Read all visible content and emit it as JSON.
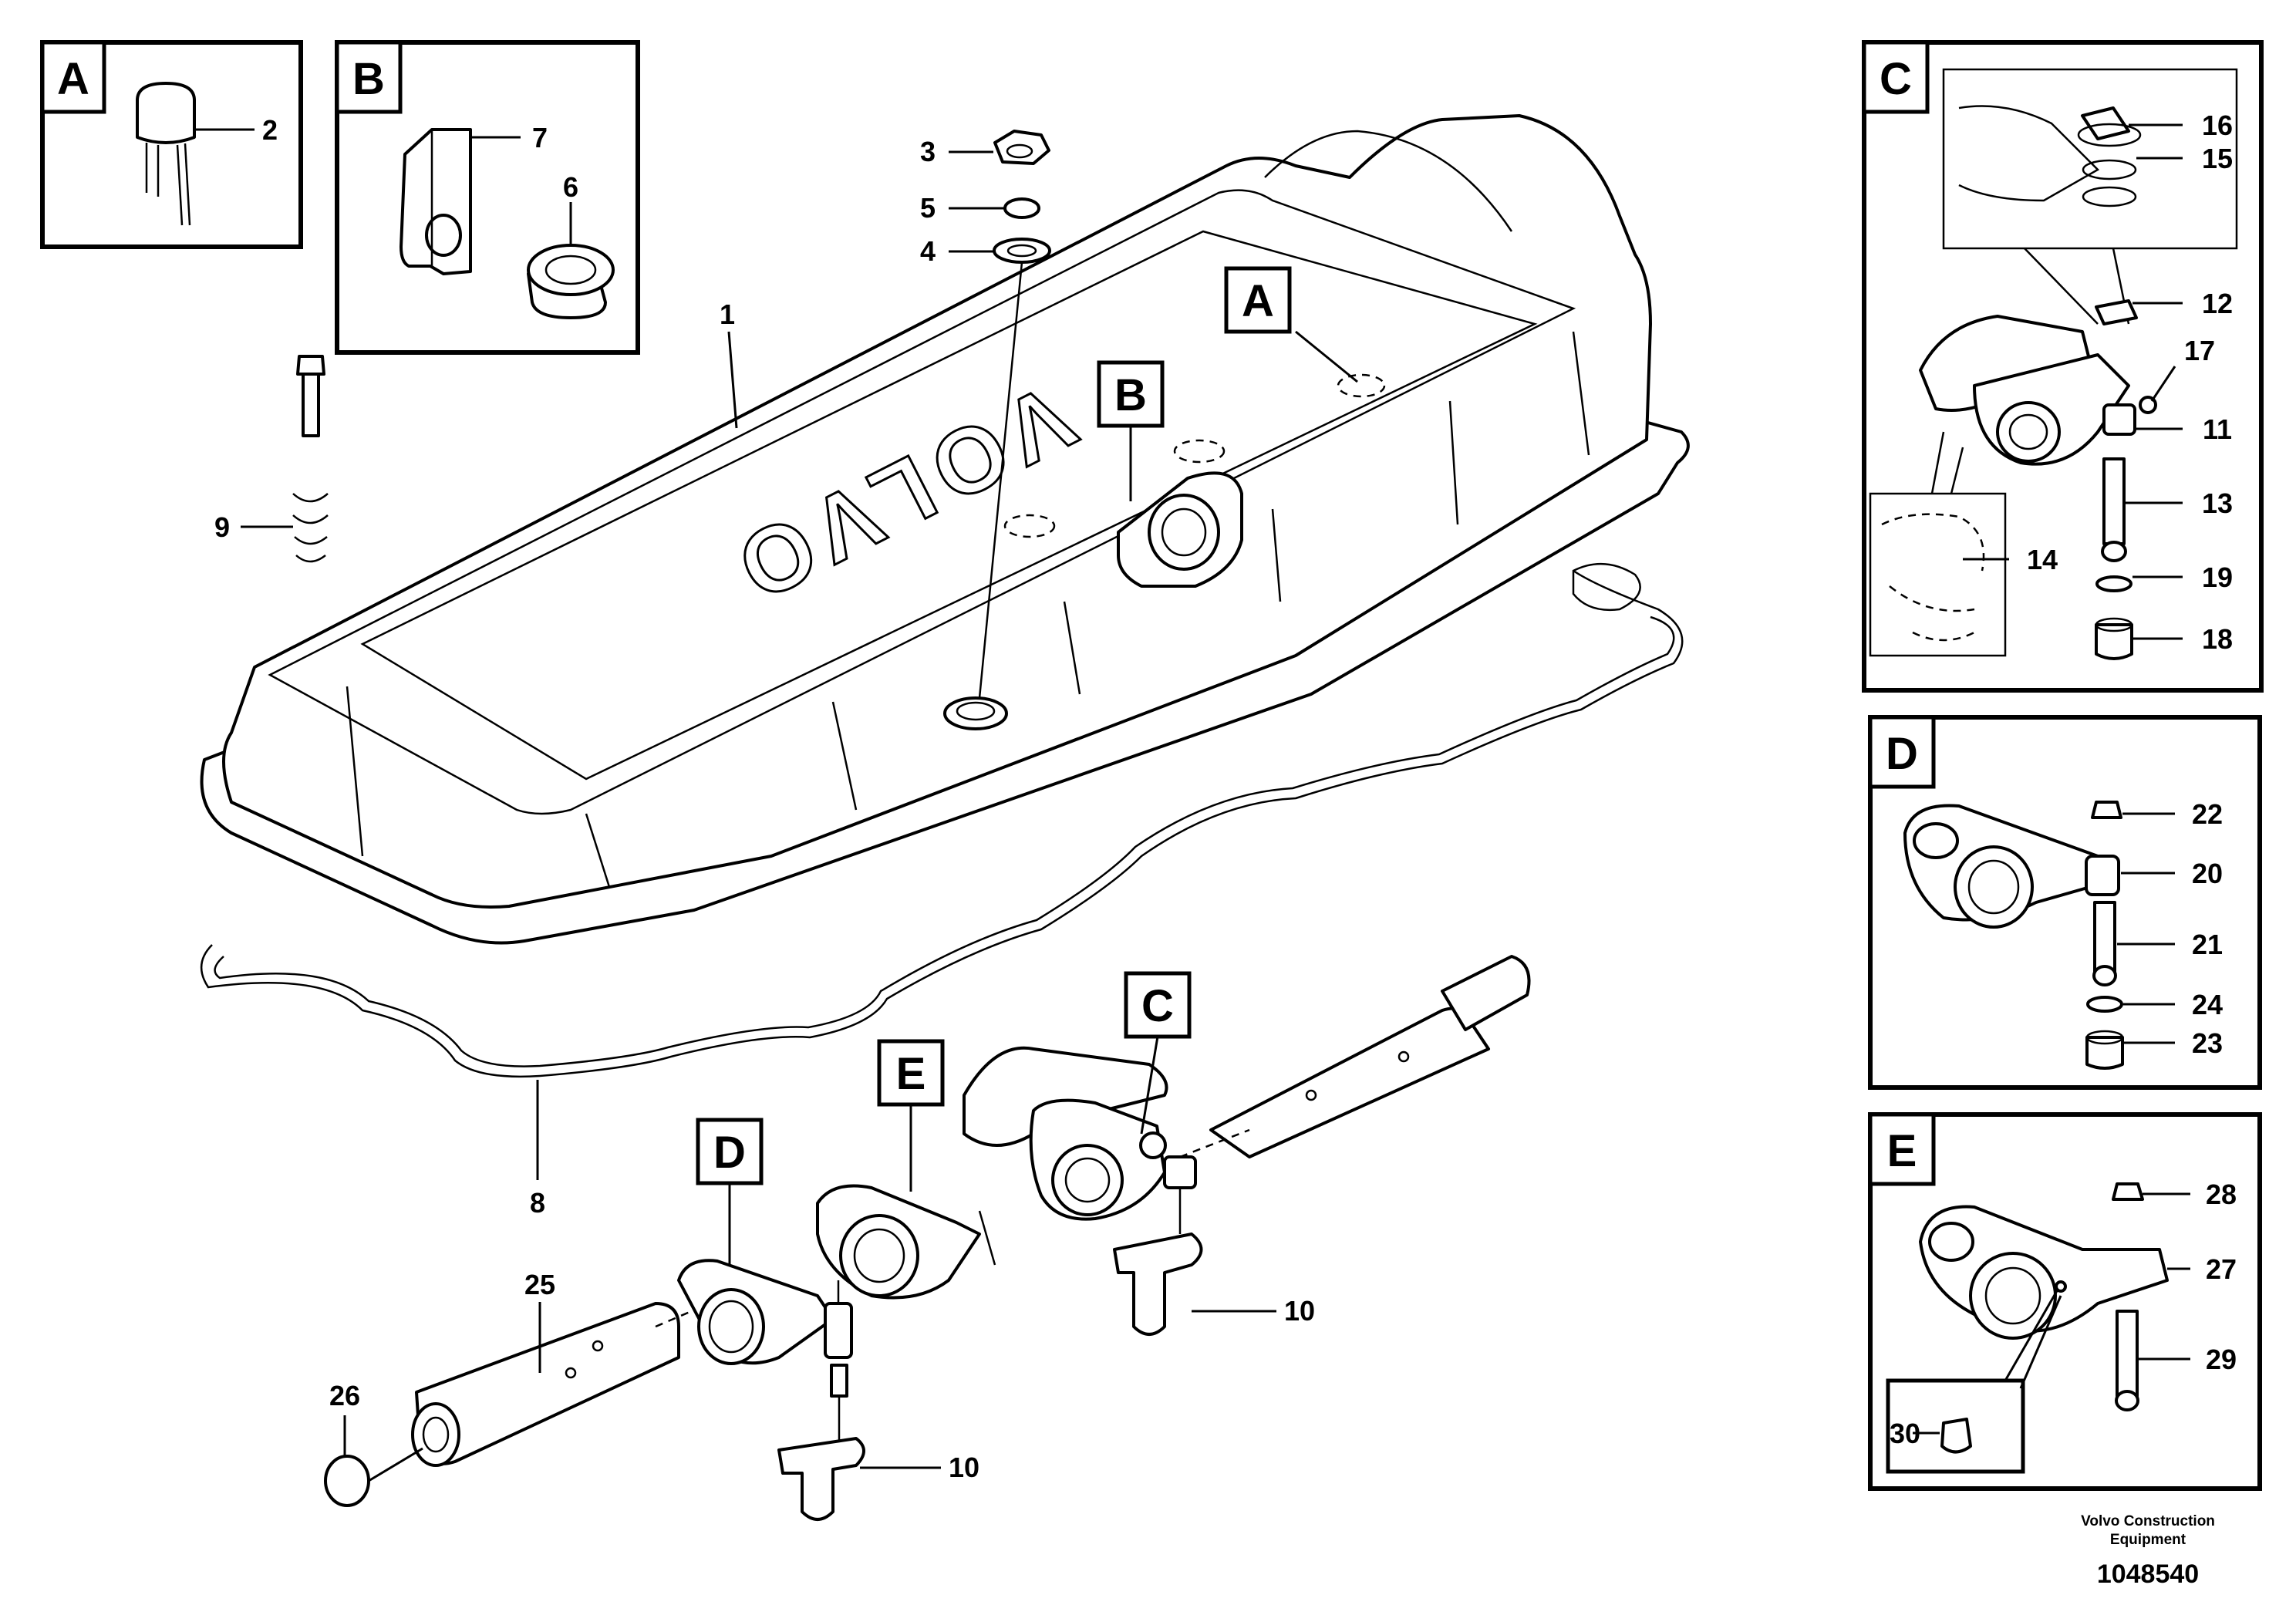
{
  "callouts": {
    "p1": "1",
    "p2": "2",
    "p3": "3",
    "p4": "4",
    "p5": "5",
    "p6": "6",
    "p7": "7",
    "p8": "8",
    "p9": "9",
    "p10a": "10",
    "p10b": "10",
    "p11": "11",
    "p12": "12",
    "p13": "13",
    "p14": "14",
    "p15": "15",
    "p16": "16",
    "p17": "17",
    "p18": "18",
    "p19": "19",
    "p20": "20",
    "p21": "21",
    "p22": "22",
    "p23": "23",
    "p24": "24",
    "p25": "25",
    "p26": "26",
    "p27": "27",
    "p28": "28",
    "p29": "29",
    "p30": "30"
  },
  "detail_tags": {
    "inset_a": "A",
    "inset_b": "B",
    "inset_c": "C",
    "inset_d": "D",
    "inset_e": "E",
    "main_a": "A",
    "main_b": "B",
    "main_c": "C",
    "main_d": "D",
    "main_e": "E"
  },
  "cover_lettering": "VOLVO",
  "footer": {
    "company_line1": "Volvo Construction",
    "company_line2": "Equipment",
    "drawing_number": "1048540"
  }
}
